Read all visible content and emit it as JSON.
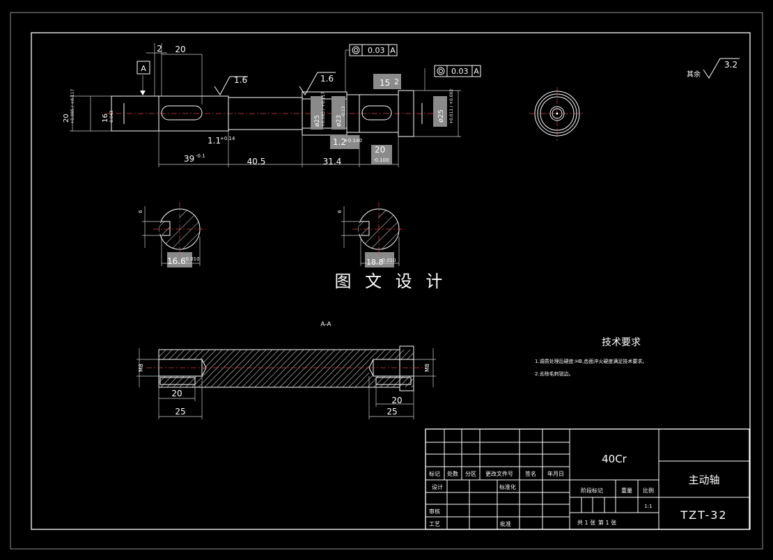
{
  "watermark": "图 文 设 计",
  "section_label": "A-A",
  "tech_req": {
    "title": "技术要求",
    "line1": "1.调质处理后硬度:HB,齿面淬火硬度满足技术要求。",
    "line2": "2.去除毛刺锐边。"
  },
  "roughness": {
    "other_label": "其余",
    "other_value": "3.2",
    "value_a": "1.6",
    "value_b": "1.6"
  },
  "tolerance": {
    "frame_a": "0.03",
    "frame_b": "0.03",
    "datum": "A",
    "datum_box": "A"
  },
  "dims": {
    "d2": "2",
    "d20_top": "20",
    "d15": "15",
    "d2_right": "2",
    "d39": "39",
    "d39_tol": "-0.1",
    "d40_5": "40.5",
    "d31_4": "31.4",
    "d20_bottom": "20",
    "d20_bottom_tol": "-0.100",
    "d1_1": "1.1",
    "d1_1_tol": "+0.14",
    "d1_2": "1.2",
    "d1_2_tol": "+0.140",
    "left_dia": "20",
    "left_dia_tol": "+0.085 / +0.117",
    "left_key": "16",
    "left_key_tol": "-0.043",
    "mid_dia1": "ø25",
    "mid_dia1_tol": "+0.085 / +0.117",
    "mid_dia2": "ø23",
    "mid_dia2_tol": "-0.13",
    "right_dia": "ø25",
    "right_dia_tol": "+0.011 / +0.002",
    "sec1_width": "16.6",
    "sec1_tol": "-0.010",
    "sec2_width": "18.8",
    "sec2_tol": "-0.010",
    "aa_left_20": "20",
    "aa_left_25": "25",
    "aa_right_20": "20",
    "aa_right_25": "25",
    "aa_left_h": "M8",
    "aa_right_h": "M8",
    "small_dim": "6"
  },
  "title_block": {
    "material": "40Cr",
    "part_name": "主动轴",
    "drawing_no": "TZT-32",
    "scale": "1:1",
    "headers": [
      "标记",
      "处数",
      "分区",
      "更改文件号",
      "签名",
      "年月日"
    ],
    "row_design": "设计",
    "row_standard": "标准化",
    "row_review": "审核",
    "row_process": "工艺",
    "row_approve": "批准",
    "stage_mark": "阶段标记",
    "weight": "重量",
    "ratio": "比例",
    "sheets": "共 1 张",
    "sheet_no": "第 1 张"
  }
}
